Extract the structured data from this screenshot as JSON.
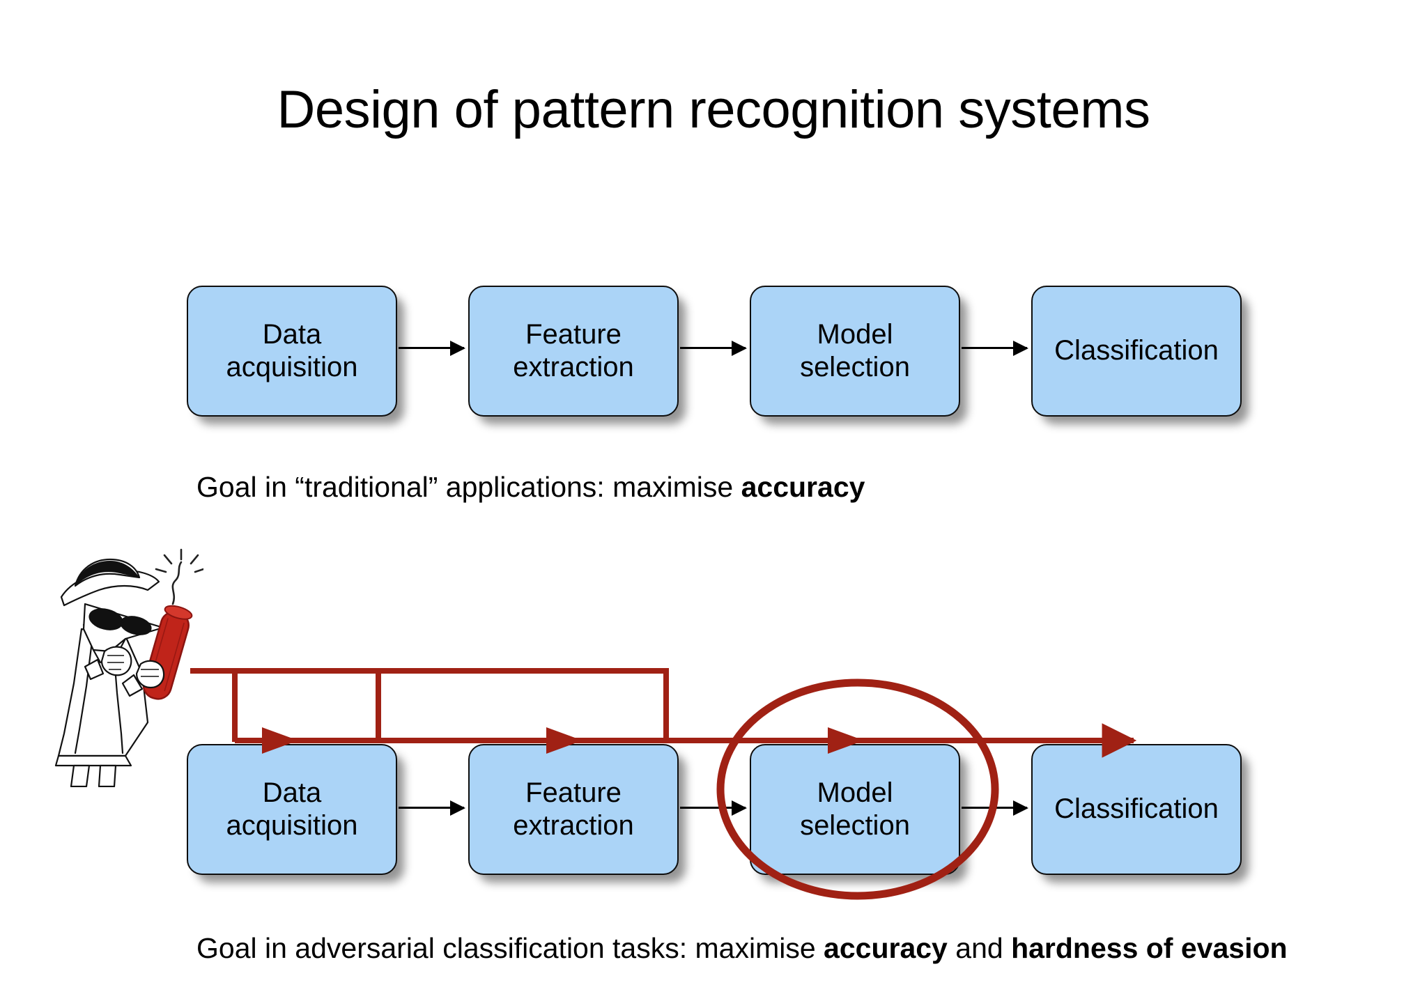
{
  "slide": {
    "title": "Design of pattern recognition systems",
    "background_color": "#ffffff"
  },
  "colors": {
    "box_fill": "#ABD4F7",
    "box_border": "#0D0D0D",
    "attack_red": "#A02114",
    "connector_black": "#000000",
    "dynamite_red": "#C52C20",
    "text": "#000000"
  },
  "pipelines": [
    {
      "id": "traditional-pipeline",
      "stages": [
        {
          "label": "Data\nacquisition"
        },
        {
          "label": "Feature\nextraction"
        },
        {
          "label": "Model\nselection"
        },
        {
          "label": "Classification"
        }
      ],
      "caption_prefix": "Goal in “traditional” applications: maximise ",
      "caption_bold_1": "accuracy",
      "caption_middle": "",
      "caption_bold_2": "",
      "caption_suffix": ""
    },
    {
      "id": "adversarial-pipeline",
      "stages": [
        {
          "label": "Data\nacquisition"
        },
        {
          "label": "Feature\nextraction"
        },
        {
          "label": "Model\nselection"
        },
        {
          "label": "Classification"
        }
      ],
      "caption_prefix": "Goal in adversarial classification tasks: maximise ",
      "caption_bold_1": "accuracy",
      "caption_middle": " and ",
      "caption_bold_2": "hardness of evasion",
      "caption_suffix": ""
    }
  ],
  "annotations": {
    "attacker_icon": "spy-with-dynamite-icon",
    "attack_path_description": "red attack paths targeting data acquisition, feature extraction, model selection and classification",
    "highlight_target": "Model selection",
    "highlight_shape": "ellipse"
  }
}
